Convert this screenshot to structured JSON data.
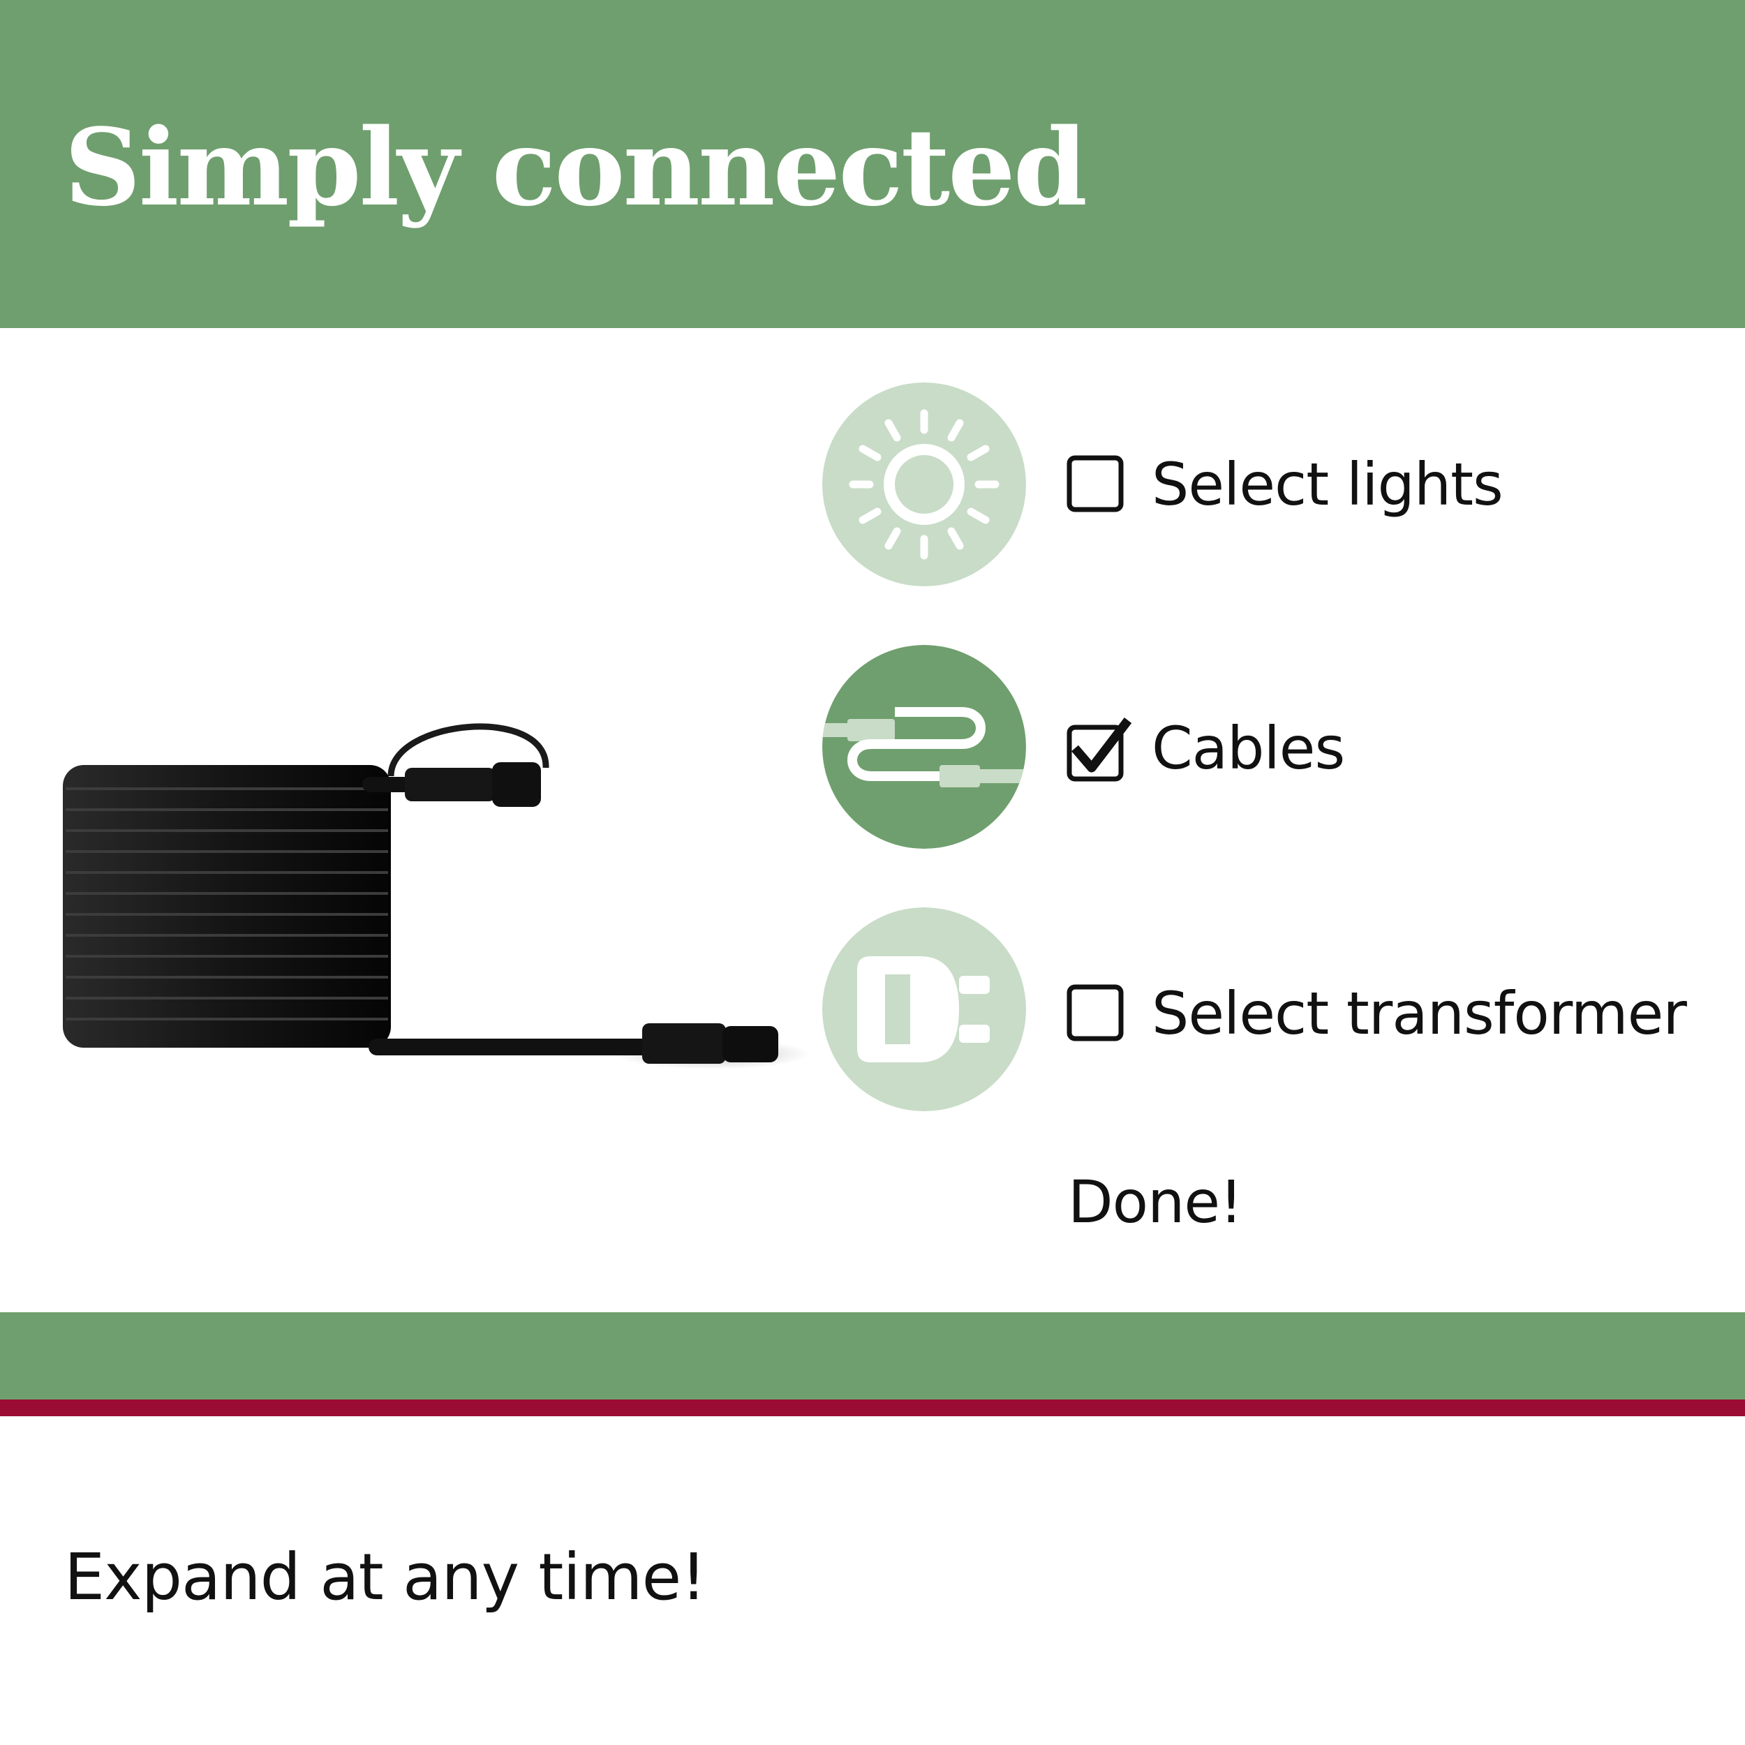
{
  "header": {
    "title": "Simply connected"
  },
  "steps": [
    {
      "label": "Select lights",
      "checked": false,
      "icon": "sun-icon"
    },
    {
      "label": "Cables",
      "checked": true,
      "icon": "cable-icon"
    },
    {
      "label": "Select transformer",
      "checked": false,
      "icon": "plug-icon"
    }
  ],
  "done_label": "Done!",
  "footer": {
    "text": "Expand at any time!"
  },
  "colors": {
    "brand_green": "#6f9f6e",
    "light_green": "#c8dcc7",
    "accent_red": "#9b0c35",
    "text": "#111111"
  }
}
